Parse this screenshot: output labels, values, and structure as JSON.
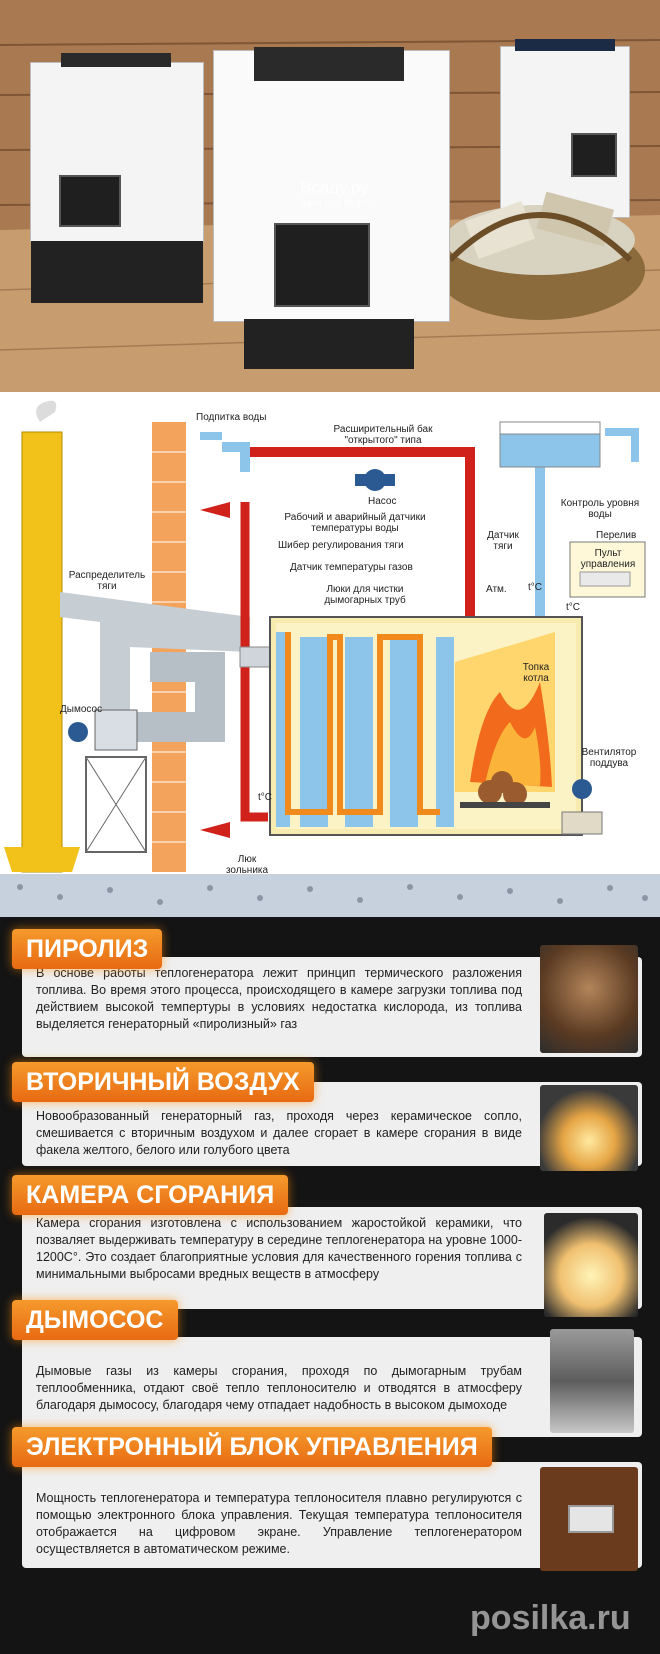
{
  "watermark": {
    "brand": "Всаду.ру",
    "tagline": "дача сад огород"
  },
  "diagram_labels": {
    "water_fill": "Подпитка воды",
    "expansion_tank": "Расширительный бак \"открытого\" типа",
    "pump": "Насос",
    "water_level_control": "Контроль уровня воды",
    "overflow": "Перелив",
    "draft_distributor": "Распределитель тяги",
    "temp_sensors": "Рабочий и аварийный датчики температуры воды",
    "draft_damper": "Шибер регулирования тяги",
    "gas_temp_sensor": "Датчик температуры газов",
    "cleaning_hatches": "Люки для чистки дымогарных труб",
    "draft_sensor": "Датчик тяги",
    "control_panel": "Пульт управления",
    "atm": "Атм.",
    "tc1": "t°C",
    "tc2": "t°C",
    "tc3": "t°C",
    "firebox": "Топка котла",
    "smoke_exhauster": "Дымосос",
    "fan": "Вентилятор поддува",
    "ash_hatch": "Люк зольника"
  },
  "sections": [
    {
      "title": "ПИРОЛИЗ",
      "text": "В основе работы теплогенератора лежит принцип термического разложения топлива. Во время этого процесса, происходящего в камере загрузки топлива под действием высокой темпертуры в условиях недостатка кислорода, из топлива выделяется генераторный «пиролизный» газ"
    },
    {
      "title": "ВТОРИЧНЫЙ ВОЗДУХ",
      "text": "Новообразованный генераторный газ, проходя через керамическое сопло, смешивается с вторичным воздухом и далее сгорает в камере сгорания в виде факела желтого, белого или голубого цвета"
    },
    {
      "title": "КАМЕРА СГОРАНИЯ",
      "text": "Камера сгорания изготовлена с использованием жаростойкой керамики, что позваляет выдерживать температуру в середине теплогенератора на уровне 1000-1200С°. Это создает благоприятные условия для качественного горения топлива с минимальными выбросами вредных веществ в атмосферу"
    },
    {
      "title": "ДЫМОСОС",
      "text": "Дымовые газы из камеры сгорания, проходя по дымогарным трубам теплообменника, отдают своё тепло теплоносителю и отводятся в атмосферу благодаря дымососу, благодаря чему отпадает надобность в высоком дымоходе"
    },
    {
      "title": "ЭЛЕКТРОННЫЙ БЛОК УПРАВЛЕНИЯ",
      "text": "Мощность теплогенератора и температура теплоносителя плавно регулируются с помощью электронного блока управления. Текущая температура теплоносителя отображается на цифровом экране. Управление теплогенератором осуществляется в автоматическом режиме."
    }
  ],
  "footer_watermark": "posilka.ru"
}
